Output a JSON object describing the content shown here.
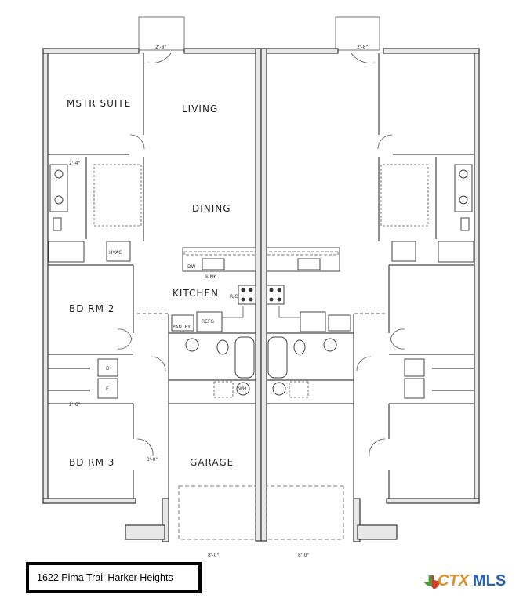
{
  "floor_plan": {
    "rooms": {
      "master_suite": "MSTR SUITE",
      "living": "LIVING",
      "dining": "DINING",
      "kitchen": "KITCHEN",
      "bedroom_2": "BD RM 2",
      "bedroom_3": "BD RM 3",
      "garage": "GARAGE"
    },
    "fixtures": {
      "dishwasher": "DW",
      "sink": "SINK",
      "refrigerator": "REFG",
      "pantry": "PANTRY",
      "hvac": "HVAC",
      "range": "R/O",
      "water_heater": "WH",
      "dryer": "D",
      "washer": "E"
    },
    "dimensions": {
      "porch_door": "2'-8\"",
      "garage_door": "8'-0\"",
      "door_3_0": "3'-0\"",
      "door_2_4": "2'-4\"",
      "door_2_6": "2'-6\""
    }
  },
  "caption": {
    "address": "1622 Pima Trail Harker Heights"
  },
  "logo": {
    "text_ctx": "CTX",
    "text_mls": "MLS",
    "colors": {
      "ctx": "#e0902a",
      "mls": "#2a63b0"
    }
  }
}
